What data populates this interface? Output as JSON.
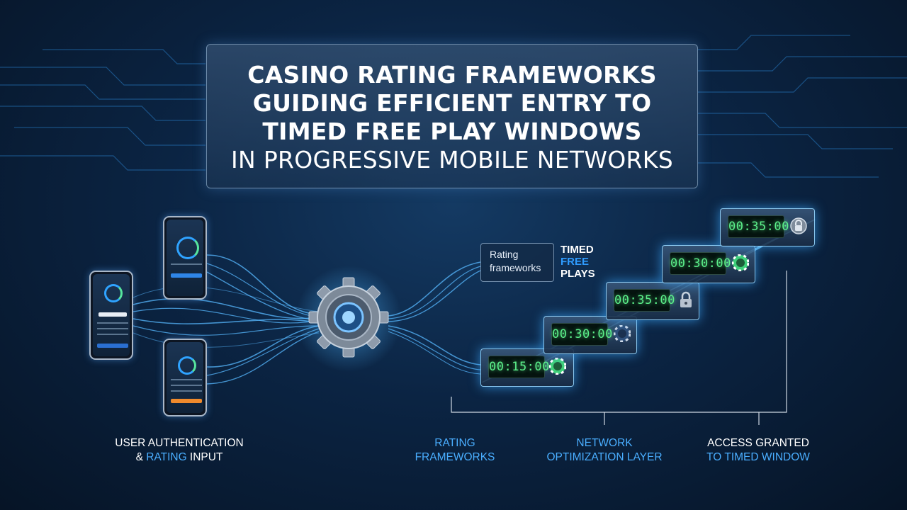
{
  "title": {
    "line1": "CASINO RATING FRAMEWORKS",
    "line2": "GUIDING EFFICIENT ENTRY TO",
    "line3": "TIMED FREE PLAY WINDOWS",
    "line4": "IN PROGRESSIVE MOBILE NETWORKS"
  },
  "rating_box": {
    "line1": "Rating",
    "line2": "frameworks"
  },
  "timed_free_plays": {
    "line1": "TIMED",
    "line2": "FREE",
    "line3": "PLAYS"
  },
  "timers": [
    {
      "time": "00:15:00",
      "icon": "chip-icon"
    },
    {
      "time": "00:30:00",
      "icon": "chip-icon"
    },
    {
      "time": "00:35:00",
      "icon": "padlock-icon"
    },
    {
      "time": "00:30:00",
      "icon": "chip-icon"
    },
    {
      "time": "00:35:00",
      "icon": "vault-lock-icon"
    }
  ],
  "labels": {
    "user_auth": {
      "line1": "USER AUTHENTICATION",
      "line2_prefix": "& ",
      "line2_highlight": "RATING",
      "line2_suffix": " INPUT"
    },
    "rating_frameworks": {
      "line1": "RATING",
      "line2": "FRAMEWORKS"
    },
    "network_layer": {
      "line1": "NETWORK",
      "line2": "OPTIMIZATION LAYER"
    },
    "access_granted": {
      "line1": "ACCESS GRANTED",
      "line2": "TO TIMED WINDOW"
    }
  },
  "colors": {
    "background": "#0b2443",
    "accent_blue": "#2f9cff",
    "timer_green": "#5cf08a",
    "chip_green": "#3fd07a"
  }
}
